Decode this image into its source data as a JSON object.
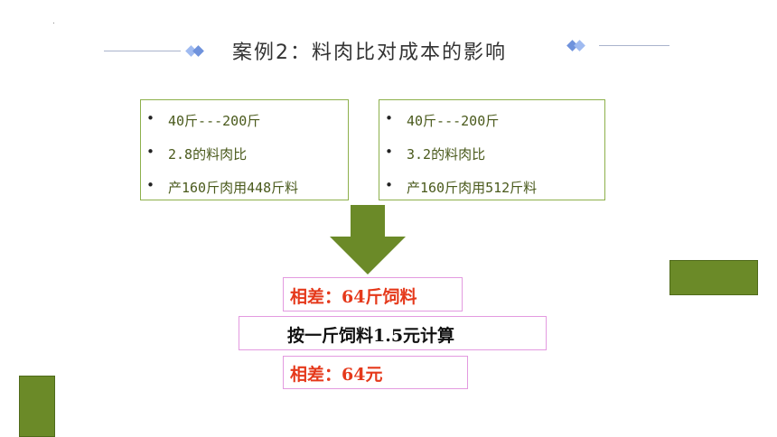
{
  "slide": {
    "title": "案例2：料肉比对成本的影响",
    "left_box": {
      "items": [
        "40斤---200斤",
        "2.8的料肉比",
        "产160斤肉用448斤料"
      ]
    },
    "right_box": {
      "items": [
        "40斤---200斤",
        "3.2的料肉比",
        "产160斤肉用512斤料"
      ]
    },
    "result_1": "相差：64斤饲料",
    "calc_note": "按一斤饲料1.5元计算",
    "result_2": "相差：64元"
  },
  "colors": {
    "accent_green": "#6b8a28",
    "box_border_green": "#8db04b",
    "box_text": "#4a5a1c",
    "highlight_red": "#e5391b",
    "pink_border": "#e39ae0",
    "diamond_blue": "#7fa2e0"
  },
  "icons": {
    "down_arrow": "down-arrow-icon",
    "diamond_left": "diamond-icon",
    "diamond_right": "diamond-icon"
  }
}
